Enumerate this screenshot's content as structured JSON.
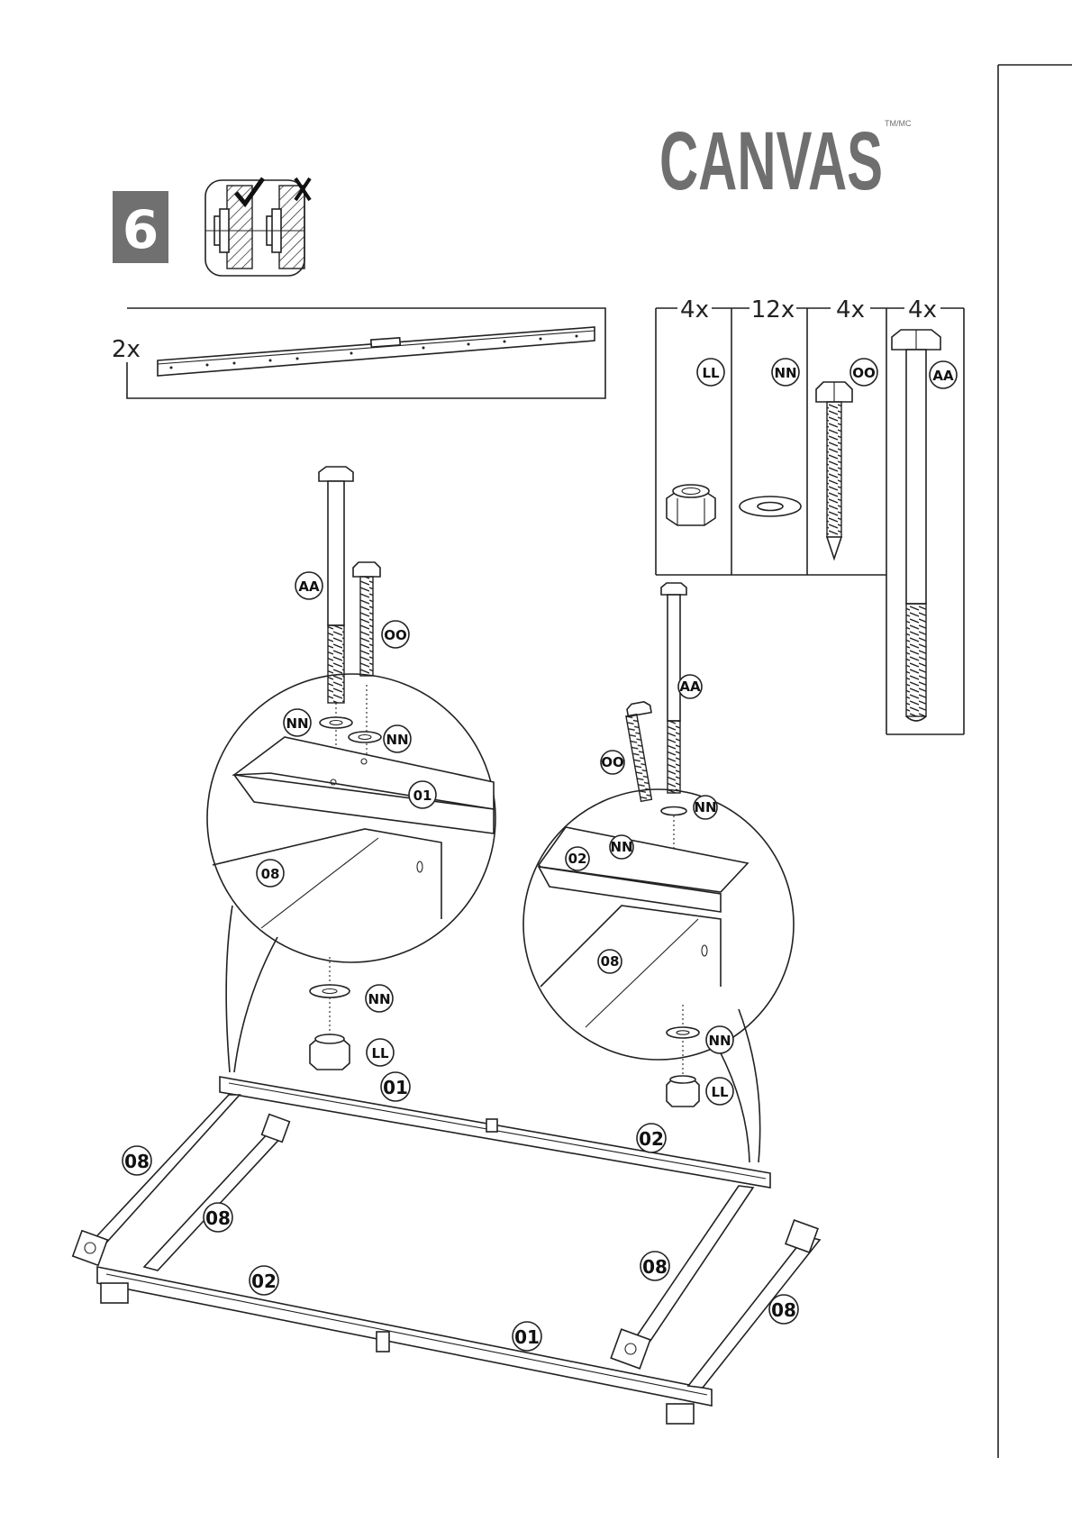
{
  "brand": {
    "name": "CANVAS",
    "trademark": "TM/MC"
  },
  "step": {
    "number": "6"
  },
  "plank_callout": {
    "quantity": "2x"
  },
  "hardware": [
    {
      "quantity": "4x",
      "label": "LL"
    },
    {
      "quantity": "12x",
      "label": "NN"
    },
    {
      "quantity": "4x",
      "label": "OO"
    },
    {
      "quantity": "4x",
      "label": "AA"
    }
  ],
  "detail_left": {
    "labels": [
      "AA",
      "OO",
      "NN",
      "NN",
      "01",
      "08",
      "NN",
      "LL"
    ]
  },
  "detail_right": {
    "labels": [
      "AA",
      "OO",
      "NN",
      "NN",
      "02",
      "08",
      "NN",
      "LL"
    ]
  },
  "frame": {
    "labels": [
      "01",
      "02",
      "08",
      "08",
      "02",
      "01",
      "08",
      "08"
    ]
  }
}
